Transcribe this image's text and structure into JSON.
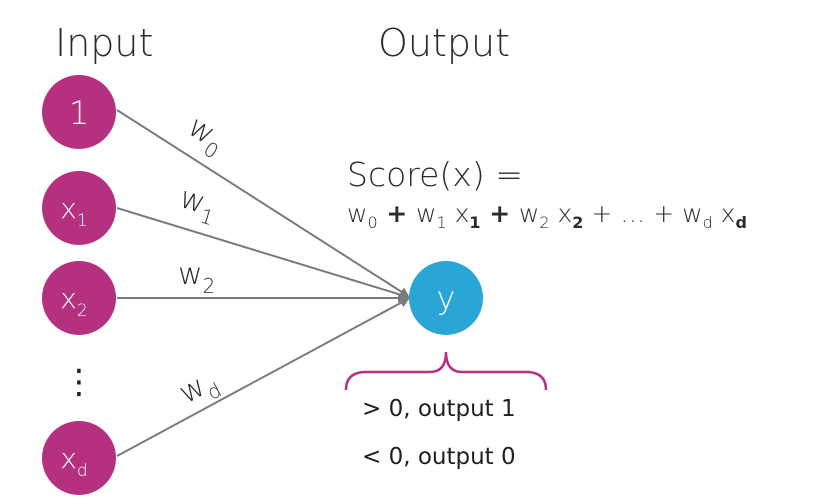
{
  "titles": {
    "input": "Input",
    "output": "Output"
  },
  "colors": {
    "input_node": "#b5317f",
    "output_node": "#2aa6d6",
    "edge": "#7a7a7a",
    "bracket": "#b5317f"
  },
  "input_nodes": [
    {
      "main": "1",
      "sub": ""
    },
    {
      "main": "x",
      "sub": "1"
    },
    {
      "main": "x",
      "sub": "2"
    },
    {
      "main": "x",
      "sub": "d"
    }
  ],
  "vdots": "⋮",
  "weights": [
    {
      "main": "w",
      "sub": "0"
    },
    {
      "main": "w",
      "sub": "1"
    },
    {
      "main": "w",
      "sub": "2"
    },
    {
      "main": "w",
      "sub": "d"
    }
  ],
  "output_node": "y",
  "score_label": "Score(x) =",
  "equation": {
    "w0": "w",
    "w0_sub": "0",
    "plus1": " + ",
    "w1": "w",
    "w1_sub": "1",
    "x1": " x",
    "x1_sub": "1",
    "plus2": " + ",
    "w2": "w",
    "w2_sub": "2",
    "x2": " x",
    "x2_sub": "2",
    "plus3": " + … + ",
    "wd": "w",
    "wd_sub": "d",
    "xd": " x",
    "xd_sub": "d"
  },
  "rules": [
    "> 0, output 1",
    "< 0, output 0"
  ]
}
